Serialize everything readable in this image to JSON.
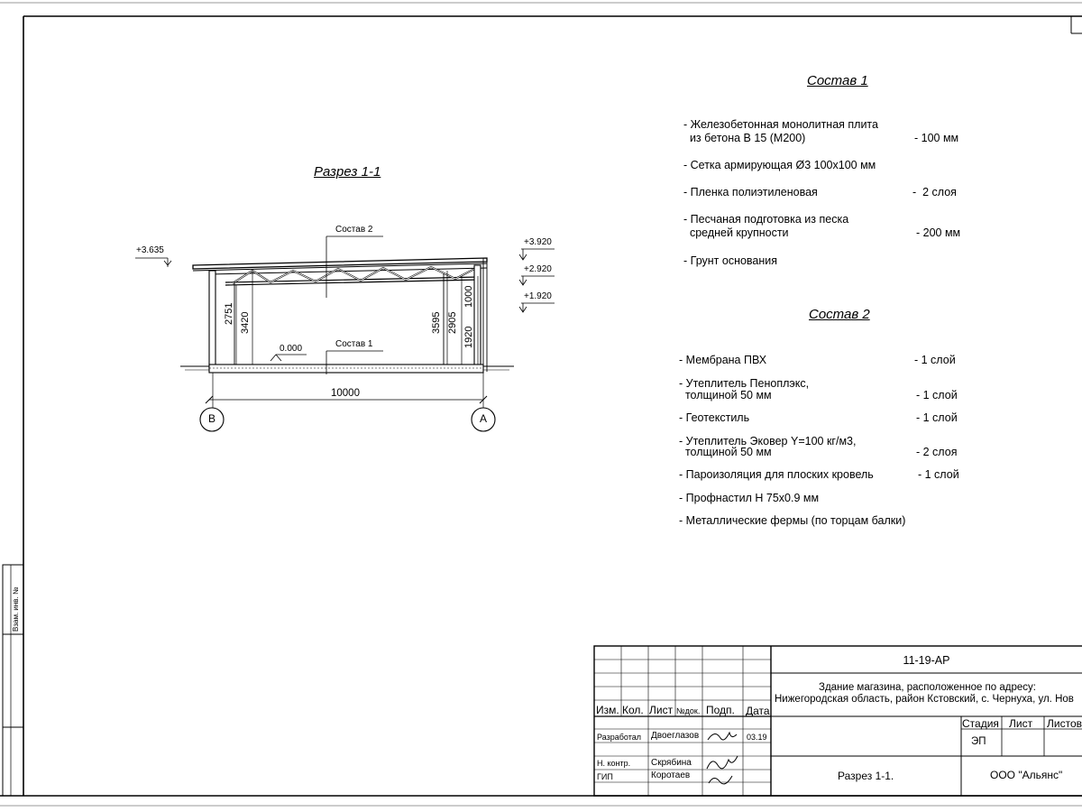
{
  "section": {
    "title": "Разрез 1-1",
    "elevations": [
      "+3.635",
      "+3.920",
      "+2.920",
      "+1.920",
      "0.000"
    ],
    "labels": [
      "Состав 2",
      "Состав 1"
    ],
    "dims": [
      "2751",
      "3420",
      "3595",
      "2905",
      "1920",
      "1000",
      "10000"
    ],
    "axes": [
      "В",
      "А"
    ]
  },
  "sostav1": {
    "title": "Состав 1",
    "items": [
      {
        "name": "- Железобетонная  монолитная плита",
        "value": ""
      },
      {
        "name": "  из бетона В 15 (М200)",
        "value": "- 100 мм"
      },
      {
        "name": "- Сетка армирующая Ø3 100х100 мм",
        "value": ""
      },
      {
        "name": "- Пленка полиэтиленовая",
        "value": "-  2 слоя"
      },
      {
        "name": "- Песчаная подготовка из песка",
        "value": ""
      },
      {
        "name": "  средней крупности",
        "value": "- 200 мм"
      },
      {
        "name": "- Грунт основания",
        "value": ""
      }
    ]
  },
  "sostav2": {
    "title": "Состав 2",
    "items": [
      {
        "name": "- Мембрана ПВХ",
        "value": "- 1 слой"
      },
      {
        "name": "- Утеплитель Пеноплэкс,",
        "value": ""
      },
      {
        "name": "  толщиной 50 мм",
        "value": "- 1 слой"
      },
      {
        "name": "- Геотекстиль",
        "value": "- 1 слой"
      },
      {
        "name": "- Утеплитель Эковер Y=100 кг/м3,",
        "value": ""
      },
      {
        "name": "  толщиной 50 мм",
        "value": "- 2 слоя"
      },
      {
        "name": "- Пароизоляция для плоских кровель",
        "value": "- 1 слой"
      },
      {
        "name": "- Профнастил Н 75х0.9 мм",
        "value": ""
      },
      {
        "name": "- Металлические фермы (по торцам балки)",
        "value": ""
      }
    ]
  },
  "titleblock": {
    "code": "11-19-АР",
    "project_line1": "Здание магазина, расположенное по адресу:",
    "project_line2": "Нижегородская область, район Кстовский, с. Чернуха, ул. Нов",
    "headers": [
      "Изм.",
      "Кол.",
      "Лист",
      "№док.",
      "Подп.",
      "Дата"
    ],
    "roles": [
      {
        "role": "Разработал",
        "name": "Двоеглазов",
        "date": "03.19"
      },
      {
        "role": "Н. контр.",
        "name": "Скрябина",
        "date": ""
      },
      {
        "role": "ГИП",
        "name": "Коротаев",
        "date": ""
      }
    ],
    "stage_headers": [
      "Стадия",
      "Лист",
      "Листов"
    ],
    "stage": "ЭП",
    "sheet_title": "Разрез 1-1.",
    "company": "ООО \"Альянс\"",
    "side_stamp": "Взам. инв. №"
  }
}
